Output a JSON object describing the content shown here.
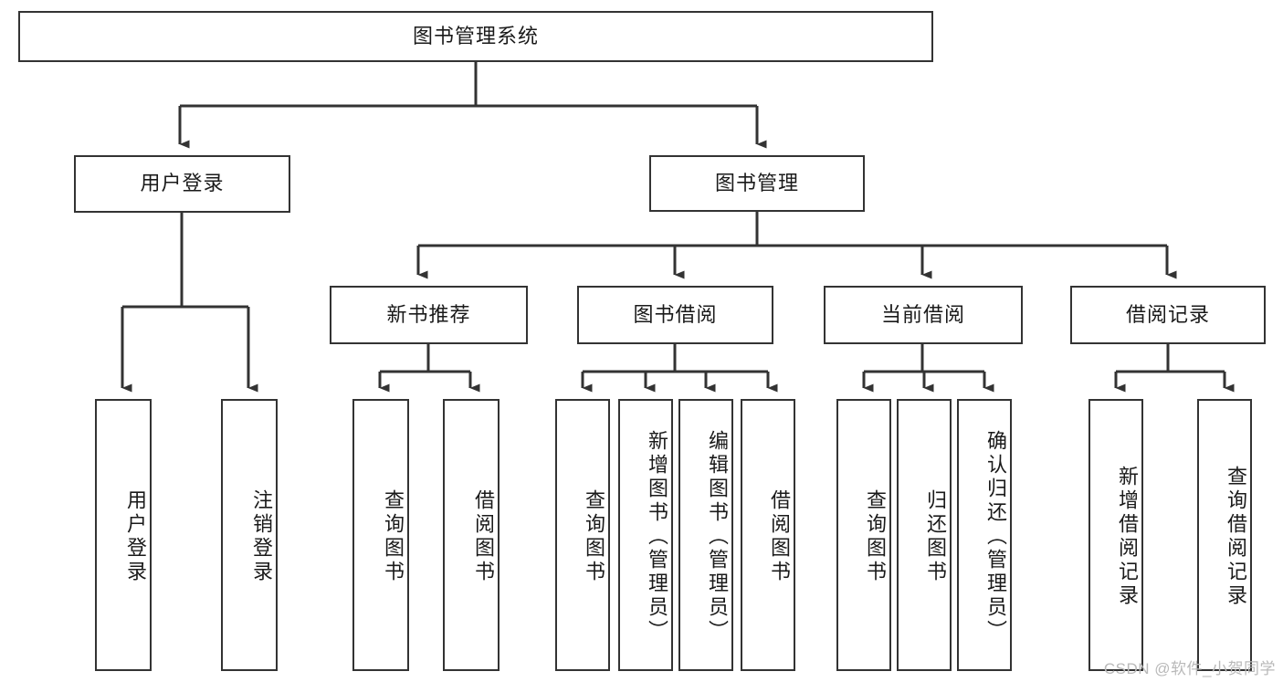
{
  "diagram": {
    "type": "tree-hierarchy-chart",
    "title": "图书管理系统",
    "watermark": "CSDN @软件_小贺同学",
    "colors": {
      "stroke": "#333333",
      "fill": "#ffffff",
      "text": "#1a1a1a",
      "watermark": "#b9b9b9"
    },
    "nodes": {
      "root": {
        "label": "图书管理系统",
        "orientation": "horizontal"
      },
      "level2": [
        {
          "label": "用户登录",
          "orientation": "horizontal"
        },
        {
          "label": "图书管理",
          "orientation": "horizontal"
        }
      ],
      "level3": [
        {
          "label": "新书推荐",
          "orientation": "horizontal"
        },
        {
          "label": "图书借阅",
          "orientation": "horizontal"
        },
        {
          "label": "当前借阅",
          "orientation": "horizontal"
        },
        {
          "label": "借阅记录",
          "orientation": "horizontal"
        }
      ],
      "leaves_user_login": [
        {
          "label": "用户登录",
          "orientation": "vertical"
        },
        {
          "label": "注销登录",
          "orientation": "vertical"
        }
      ],
      "leaves_new_book": [
        {
          "label": "查询图书",
          "orientation": "vertical"
        },
        {
          "label": "借阅图书",
          "orientation": "vertical"
        }
      ],
      "leaves_book_borrow": [
        {
          "label": "查询图书",
          "orientation": "vertical"
        },
        {
          "label": "新增图书（管理员）",
          "orientation": "vertical"
        },
        {
          "label": "编辑图书（管理员）",
          "orientation": "vertical"
        },
        {
          "label": "借阅图书",
          "orientation": "vertical"
        }
      ],
      "leaves_current_borrow": [
        {
          "label": "查询图书",
          "orientation": "vertical"
        },
        {
          "label": "归还图书",
          "orientation": "vertical"
        },
        {
          "label": "确认归还（管理员）",
          "orientation": "vertical"
        }
      ],
      "leaves_borrow_record": [
        {
          "label": "新增借阅记录",
          "orientation": "vertical"
        },
        {
          "label": "查询借阅记录",
          "orientation": "vertical"
        }
      ]
    }
  }
}
